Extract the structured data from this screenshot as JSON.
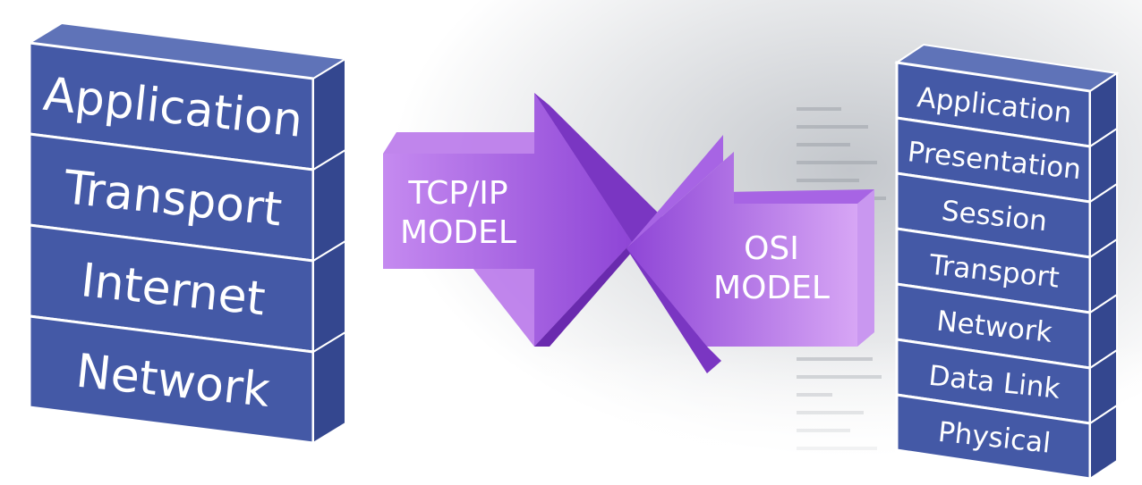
{
  "tcpip_stack": {
    "layers": [
      "Application",
      "Transport",
      "Internet",
      "Network"
    ]
  },
  "osi_stack": {
    "layers": [
      "Application",
      "Presentation",
      "Session",
      "Transport",
      "Network",
      "Data Link",
      "Physical"
    ]
  },
  "tcpip_arrow": {
    "line1": "TCP/IP",
    "line2": "MODEL"
  },
  "osi_arrow": {
    "line1": "OSI",
    "line2": "MODEL"
  },
  "colors": {
    "layer_face": "#4459a6",
    "layer_top": "#5f73b8",
    "layer_side": "#34478f",
    "layer_outline": "#ffffff",
    "arrow_light": "#b06ce6",
    "arrow_mid": "#9a4fdc",
    "arrow_dark": "#6e2fb0"
  }
}
